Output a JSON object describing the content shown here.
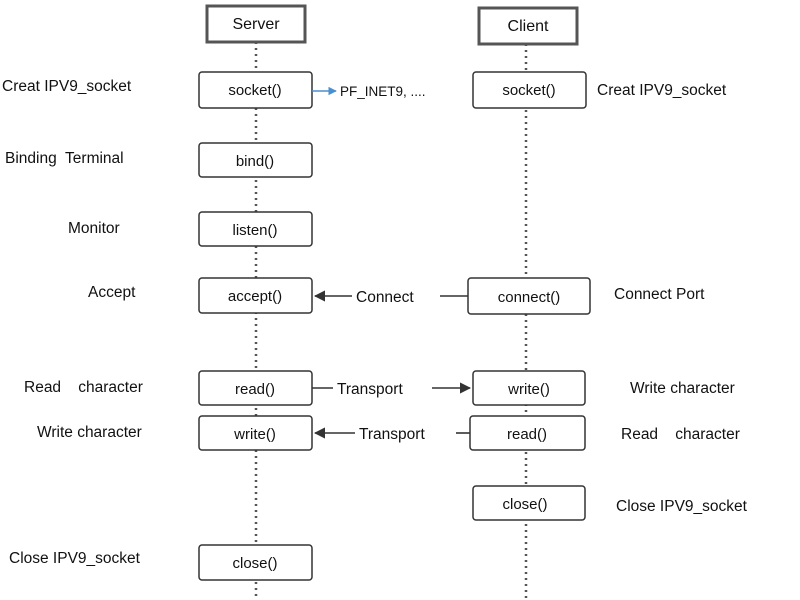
{
  "headers": {
    "server": "Server",
    "client": "Client"
  },
  "functions": {
    "server_socket": "socket()",
    "server_bind": "bind()",
    "server_listen": "listen()",
    "server_accept": "accept()",
    "server_read": "read()",
    "server_write": "write()",
    "server_close": "close()",
    "client_socket": "socket()",
    "client_connect": "connect()",
    "client_write": "write()",
    "client_read": "read()",
    "client_close": "close()"
  },
  "arrows": {
    "pf_inet9": "PF_INET9, ....",
    "connect": "Connect",
    "transport_1": "Transport",
    "transport_2": "Transport"
  },
  "left_labels": {
    "creat_socket": "Creat IPV9_socket",
    "binding_terminal": "Binding  Terminal",
    "monitor": "Monitor",
    "accept": "Accept",
    "read_character": "Read    character",
    "write_character": "Write character",
    "close_socket": "Close IPV9_socket"
  },
  "right_labels": {
    "creat_socket": "Creat IPV9_socket",
    "connect_port": "Connect Port",
    "write_character": "Write character",
    "read_character": "Read    character",
    "close_socket": "Close IPV9_socket"
  },
  "colors": {
    "line": "#333333",
    "accent_arrow": "#4a8fd0"
  }
}
